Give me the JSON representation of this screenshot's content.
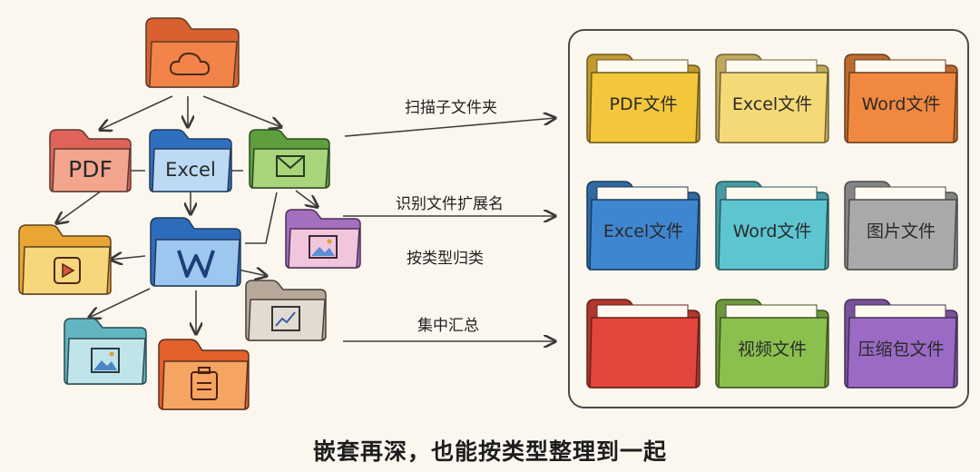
{
  "source_tree": {
    "root": {
      "icon": "cloud-icon"
    },
    "level1": [
      {
        "label": "PDF"
      },
      {
        "label": "Excel"
      },
      {
        "icon": "envelope-icon"
      }
    ],
    "level2": [
      {
        "icon": "play-icon"
      },
      {
        "icon": "word-w-icon"
      },
      {
        "icon": "image-icon"
      }
    ],
    "level3": [
      {
        "icon": "image-icon"
      },
      {
        "icon": "archive-icon"
      },
      {
        "icon": "chart-line-icon"
      }
    ]
  },
  "steps": [
    {
      "label": "扫描子文件夹"
    },
    {
      "label": "识别文件扩展名"
    },
    {
      "label": "按类型归类"
    },
    {
      "label": "集中汇总"
    }
  ],
  "destination_folders": [
    {
      "label": "PDF文件",
      "color": "#f3c63c"
    },
    {
      "label": "Excel文件",
      "color": "#f6d977"
    },
    {
      "label": "Word文件",
      "color": "#f0893f"
    },
    {
      "label": "Excel文件",
      "color": "#3f86d0"
    },
    {
      "label": "Word文件",
      "color": "#5cc5d0"
    },
    {
      "label": "图片文件",
      "color": "#a9a9a9"
    },
    {
      "label": "",
      "color": "#e2463c"
    },
    {
      "label": "视频文件",
      "color": "#8cc04e"
    },
    {
      "label": "压缩包文件",
      "color": "#9a6ac4"
    }
  ],
  "caption": "嵌套再深，也能按类型整理到一起"
}
